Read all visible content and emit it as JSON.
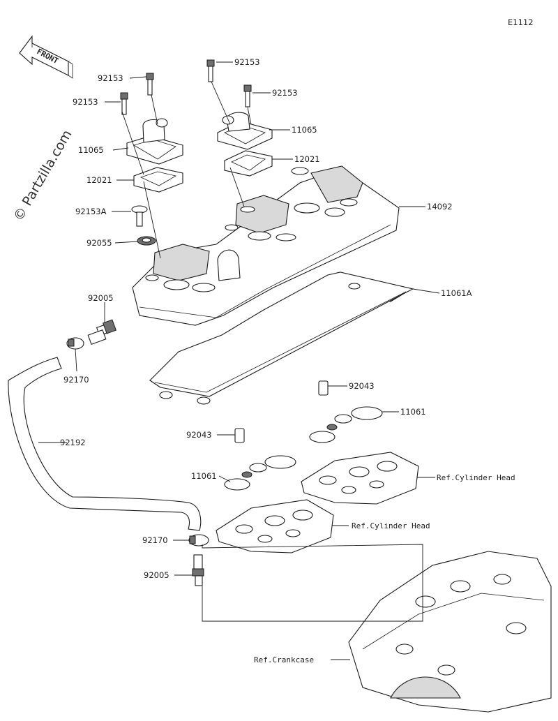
{
  "diagram_code": "E1112",
  "front_label": "FRONT",
  "watermark": "© Partzilla.com",
  "labels": {
    "l_92153_a": "92153",
    "l_92153_b": "92153",
    "l_92153_c": "92153",
    "l_92153_d": "92153",
    "l_11065_a": "11065",
    "l_11065_b": "11065",
    "l_12021_a": "12021",
    "l_12021_b": "12021",
    "l_92153A": "92153A",
    "l_92055": "92055",
    "l_14092": "14092",
    "l_92005_a": "92005",
    "l_11061A": "11061A",
    "l_92170_a": "92170",
    "l_92192": "92192",
    "l_92043_a": "92043",
    "l_92043_b": "92043",
    "l_11061_a": "11061",
    "l_11061_b": "11061",
    "l_ref_head_a": "Ref.Cylinder Head",
    "l_ref_head_b": "Ref.Cylinder Head",
    "l_92170_b": "92170",
    "l_92005_b": "92005",
    "l_ref_crank": "Ref.Crankcase"
  }
}
